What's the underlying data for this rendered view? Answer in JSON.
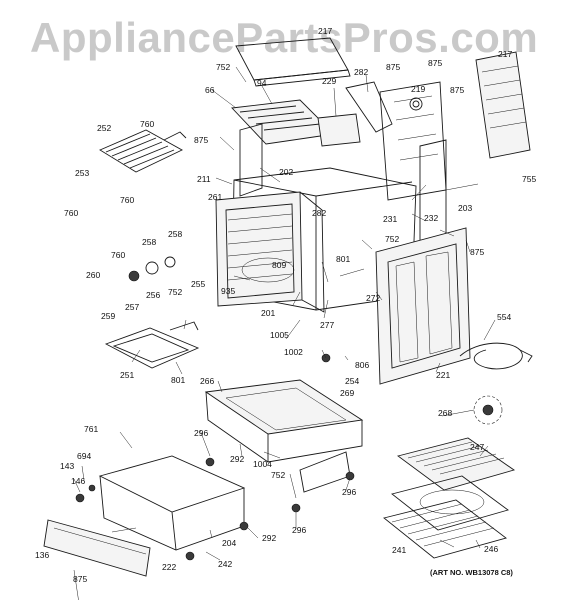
{
  "watermark": "AppliancePartsPros.com",
  "art_number": "(ART NO. WB13078 C8)",
  "callouts": [
    "217",
    "752",
    "94",
    "66",
    "229",
    "282",
    "875",
    "875",
    "219",
    "875",
    "217",
    "252",
    "760",
    "875",
    "211",
    "202",
    "261",
    "755",
    "253",
    "760",
    "760",
    "203",
    "282",
    "231",
    "232",
    "752",
    "875",
    "760",
    "258",
    "258",
    "801",
    "260",
    "809",
    "259",
    "257",
    "256",
    "752",
    "255",
    "935",
    "201",
    "272",
    "277",
    "1005",
    "554",
    "251",
    "801",
    "1002",
    "806",
    "254",
    "269",
    "221",
    "266",
    "268",
    "761",
    "296",
    "292",
    "1004",
    "247",
    "694",
    "143",
    "146",
    "296",
    "752",
    "296",
    "292",
    "204",
    "136",
    "875",
    "222",
    "242",
    "241",
    "246"
  ]
}
